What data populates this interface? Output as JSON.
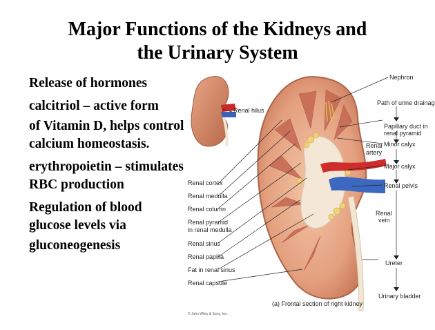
{
  "title_line1": "Major Functions of the Kidneys and",
  "title_line2": "the Urinary System",
  "bullets": [
    "Release of hormones",
    "calcitriol – active form",
    "of Vitamin D, helps control calcium homeostasis.",
    "erythropoietin – stimulates RBC production",
    "Regulation of blood glucose levels via",
    "gluconeogenesis"
  ],
  "figure": {
    "labels_left": {
      "renal_cortex": "Renal cortex",
      "renal_medulla": "Renal medulla",
      "renal_column": "Renal column",
      "renal_pyramid_1": "Renal pyramid",
      "renal_pyramid_2": "in renal medulla",
      "renal_sinus": "Renal sinus",
      "renal_papilla": "Renal papilla",
      "fat": "Fat in renal sinus",
      "renal_capsule": "Renal capsule"
    },
    "labels_right": {
      "nephron": "Nephron",
      "path_drainage": "Path of urine drainage:",
      "papillary_1": "Papillary duct in",
      "papillary_2": "renal pyramid",
      "minor_calyx": "Minor calyx",
      "major_calyx": "Major calyx",
      "renal_pelvis": "Renal pelvis",
      "ureter": "Ureter",
      "urinary_bladder": "Urinary bladder"
    },
    "labels_inner": {
      "renal_hilus": "Renal hilus",
      "renal_artery_1": "Renal",
      "renal_artery_2": "artery",
      "renal_vein_1": "Renal",
      "renal_vein_2": "vein"
    },
    "caption": "(a) Frontal section of right kidney",
    "copyright": "© John Wiley & Sons, Inc."
  }
}
